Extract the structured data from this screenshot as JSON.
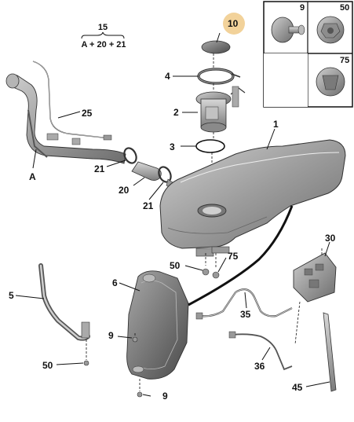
{
  "labels": {
    "l10": "10",
    "l15": "15",
    "l4": "4",
    "l2": "2",
    "l1": "1",
    "l3": "3",
    "l25": "25",
    "lA": "A",
    "l21a": "21",
    "l20": "20",
    "l21b": "21",
    "l5": "5",
    "l6": "6",
    "l50a": "50",
    "l75": "75",
    "l9a": "9",
    "l50b": "50",
    "l9b": "9",
    "l30": "30",
    "l35": "35",
    "l36": "36",
    "l45": "45"
  },
  "formula": {
    "top": "15",
    "bottom": "A + 20 + 21"
  },
  "inset": {
    "n9": "9",
    "n50": "50",
    "n75": "75"
  },
  "colors": {
    "highlight": "#f2d29a",
    "line": "#111111",
    "part": "#9a9a9a"
  }
}
